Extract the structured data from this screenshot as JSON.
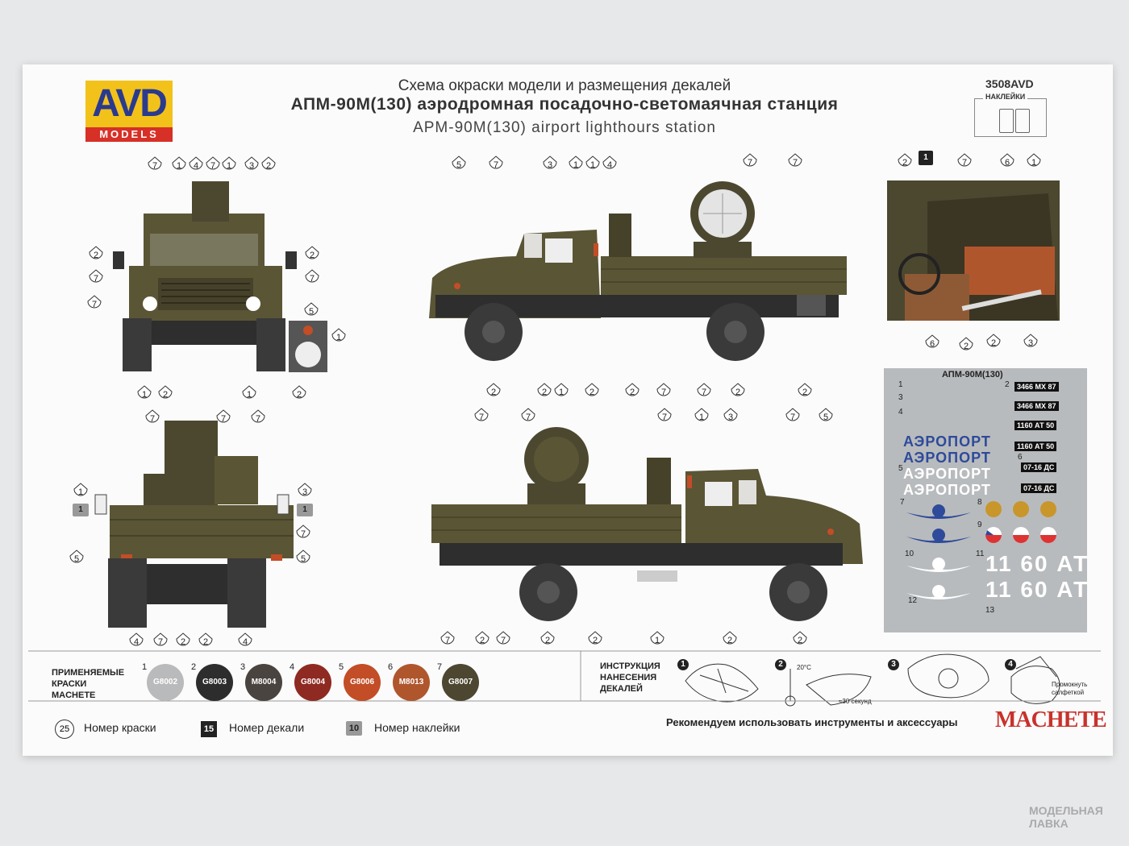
{
  "header": {
    "title_line1": "Схема окраски модели и размещения декалей",
    "title_line2": "АПМ-90М(130) аэродромная посадочно-светомаячная станция",
    "title_line3": "APM-90M(130) airport lighthours station",
    "code": "3508AVD",
    "stickers_label": "НАКЛЕЙКИ"
  },
  "logo": {
    "main": "AVD",
    "sub": "MODELS"
  },
  "decal_sheet": {
    "title": "АПМ-90М(130)",
    "airport": "АЭРОПОРТ",
    "plates": [
      "3466 МХ 87",
      "3466 МХ 87",
      "1160 АТ 50",
      "1160 АТ 50",
      "07-16 ДС",
      "07-16 ДС"
    ],
    "tail_number": "11 60 АТ",
    "numbers": [
      "1",
      "2",
      "3",
      "4",
      "5",
      "6",
      "7",
      "8",
      "9",
      "10",
      "11",
      "12",
      "13"
    ]
  },
  "paints": {
    "label_line1": "ПРИМЕНЯЕМЫЕ",
    "label_line2": "КРАСКИ",
    "label_line3": "MACHETE",
    "items": [
      {
        "n": "1",
        "code": "G8002",
        "color": "#b9babb"
      },
      {
        "n": "2",
        "code": "G8003",
        "color": "#2d2d2d"
      },
      {
        "n": "3",
        "code": "M8004",
        "color": "#4a4440"
      },
      {
        "n": "4",
        "code": "G8004",
        "color": "#8e2a22"
      },
      {
        "n": "5",
        "code": "G8006",
        "color": "#c24d27"
      },
      {
        "n": "6",
        "code": "M8013",
        "color": "#b0562d"
      },
      {
        "n": "7",
        "code": "G8007",
        "color": "#4d4630"
      }
    ]
  },
  "instructions": {
    "label_line1": "ИНСТРУКЦИЯ",
    "label_line2": "НАНЕСЕНИЯ",
    "label_line3": "ДЕКАЛЕЙ",
    "steps": [
      "1",
      "2",
      "3",
      "4"
    ],
    "temp": "20°C",
    "time": "≈30 секунд",
    "blot1": "Промокнуть",
    "blot2": "салфеткой"
  },
  "legend": {
    "paint_num": "25",
    "paint_text": "Номер краски",
    "decal_num": "15",
    "decal_text": "Номер декали",
    "sticker_num": "10",
    "sticker_text": "Номер наклейки"
  },
  "recommend": "Рекомендуем использовать инструменты и аксессуары",
  "brand": "MACHETE",
  "watermark_line1": "МОДЕЛЬНАЯ",
  "watermark_line2": "ЛАВКА",
  "colors": {
    "olive": "#5a5535",
    "olive_dark": "#46422a",
    "tire": "#3a3a3a",
    "decal_blue": "#2e4a9a"
  },
  "callouts": {
    "front": [
      "7",
      "1",
      "4",
      "7",
      "1",
      "3",
      "2",
      "2",
      "2",
      "7",
      "7",
      "7",
      "5",
      "1",
      "1",
      "2",
      "1",
      "2"
    ],
    "rear": [
      "7",
      "7",
      "7",
      "1",
      "3",
      "5",
      "5",
      "7",
      "4",
      "7",
      "2",
      "2",
      "4"
    ],
    "side_right": [
      "5",
      "7",
      "3",
      "1",
      "1",
      "4",
      "7",
      "7",
      "2",
      "2",
      "1",
      "2",
      "2",
      "7",
      "7",
      "2",
      "2"
    ],
    "side_left": [
      "7",
      "7",
      "7",
      "1",
      "3",
      "7",
      "5",
      "7",
      "2",
      "7",
      "2",
      "2",
      "1",
      "2",
      "2"
    ],
    "cab": [
      "2",
      "7",
      "6",
      "1",
      "6",
      "2",
      "2",
      "3"
    ],
    "decal_markers": [
      "1",
      "1",
      "1"
    ]
  }
}
